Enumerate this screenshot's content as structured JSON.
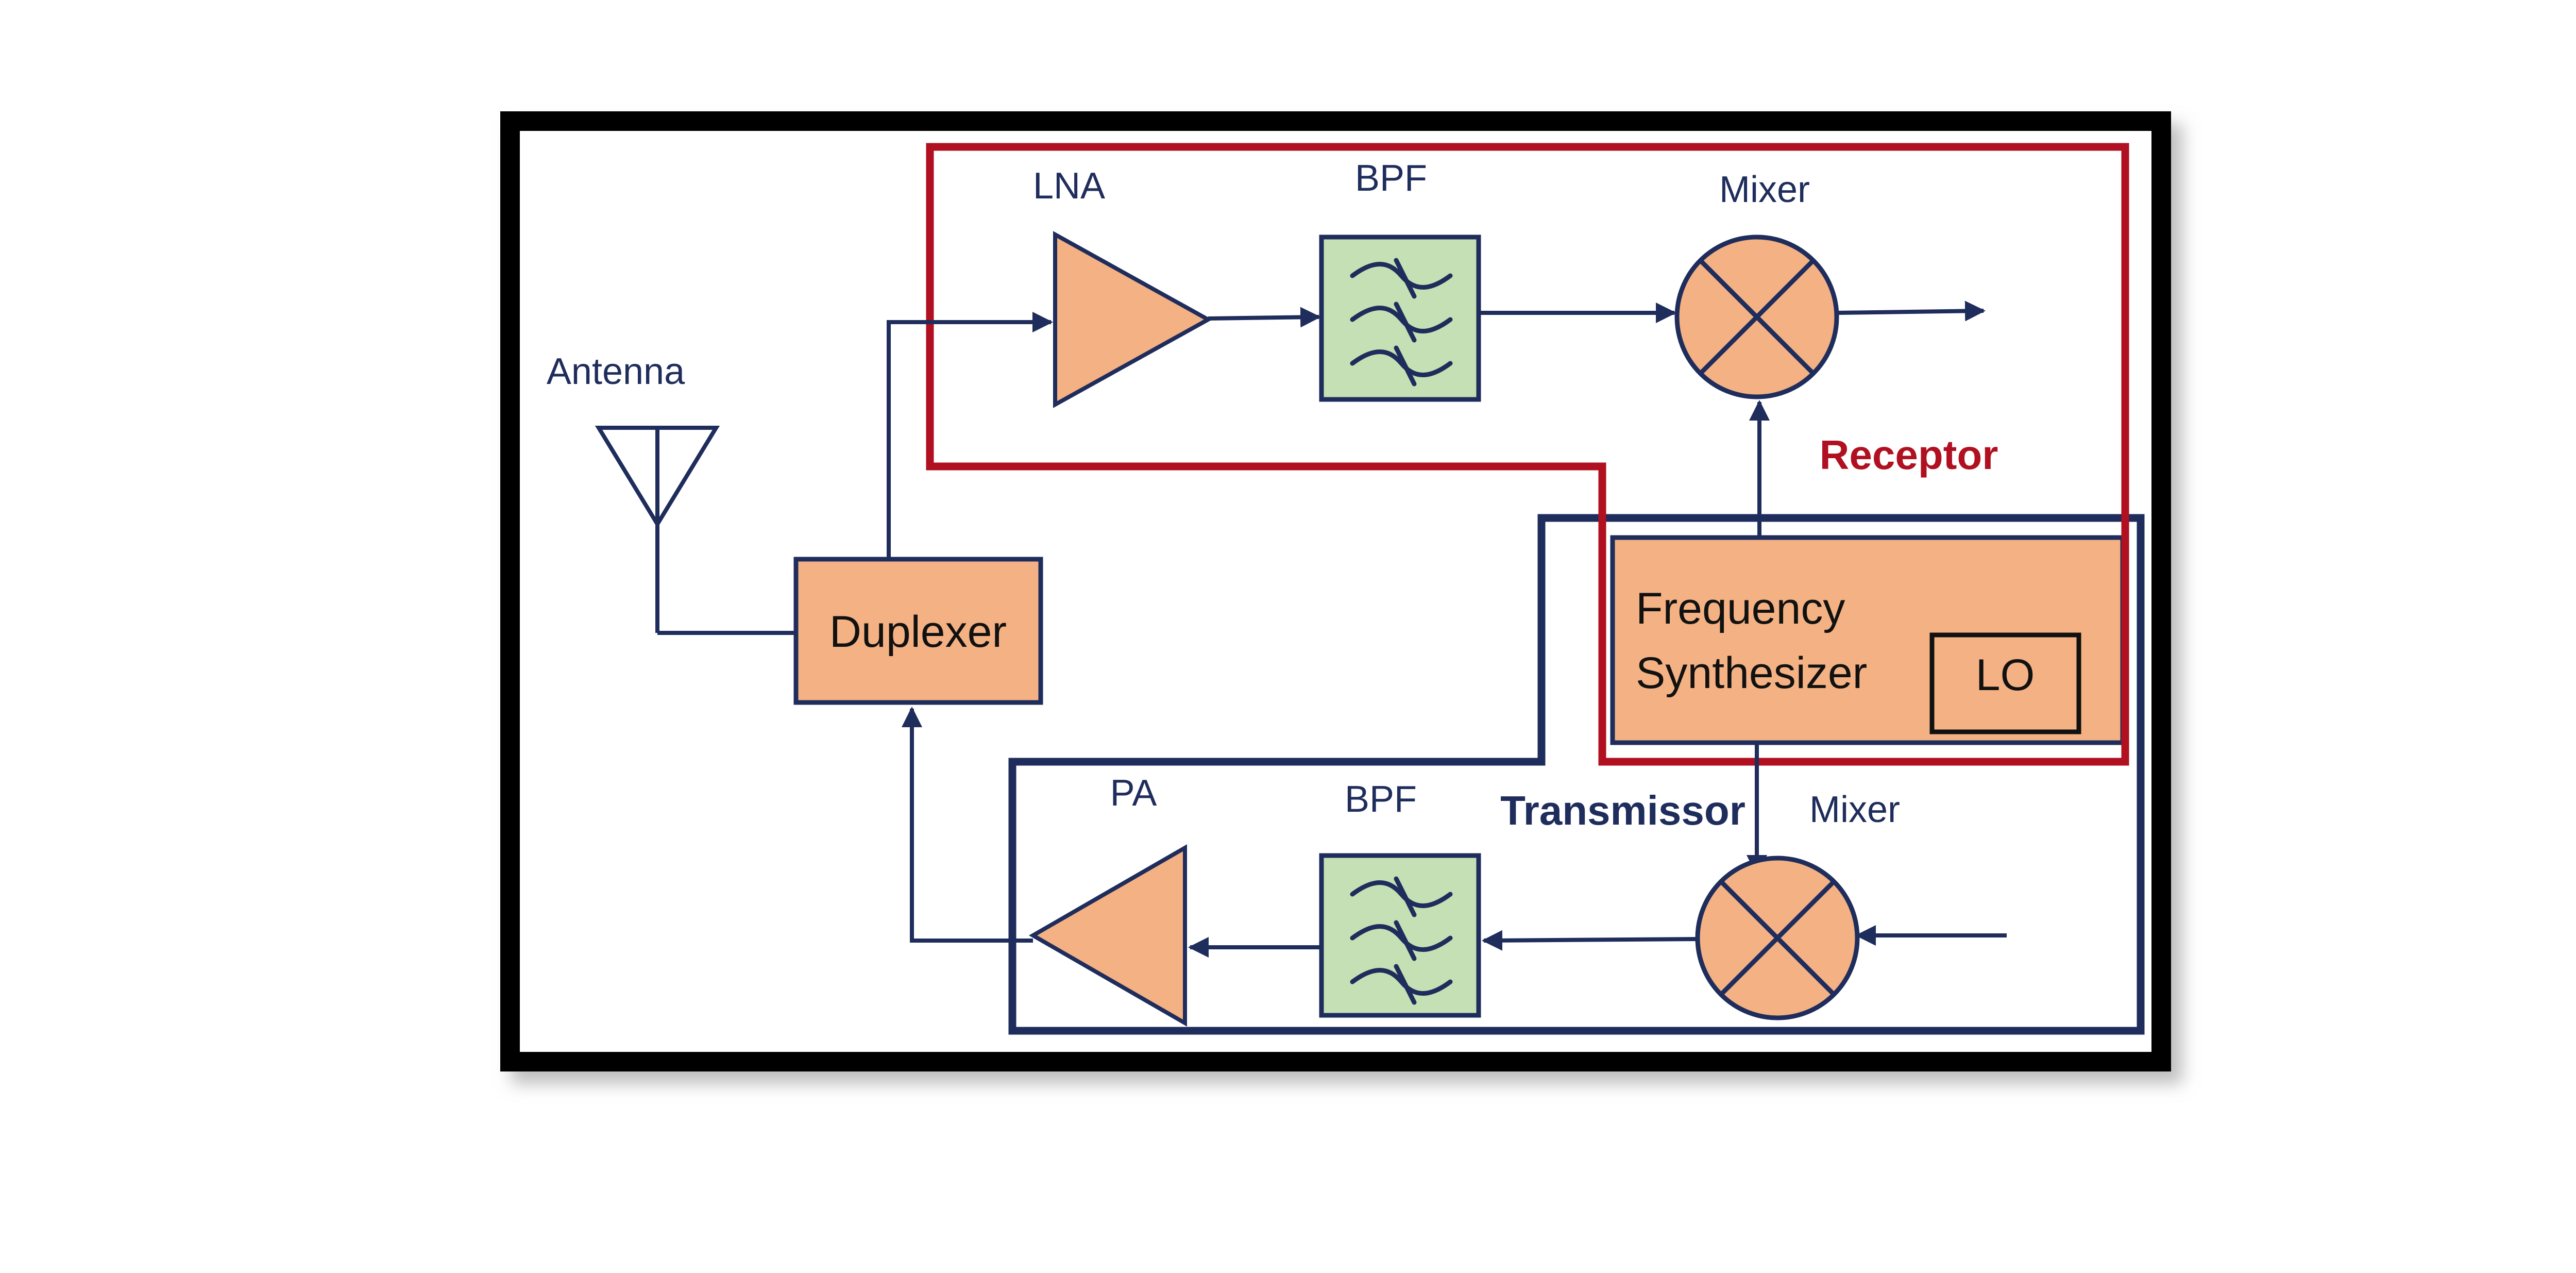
{
  "colors": {
    "frame": "#000000",
    "wire": "#1f2d5c",
    "block_fill": "#f4b183",
    "filter_fill": "#c5e0b4",
    "receptor": "#b01020",
    "transmissor": "#1f2d5c"
  },
  "labels": {
    "antenna": "Antenna",
    "duplexer": "Duplexer",
    "lna": "LNA",
    "bpf_rx": "BPF",
    "mixer_rx": "Mixer",
    "receptor": "Receptor",
    "freq_line1": "Frequency",
    "freq_line2": "Synthesizer",
    "lo": "LO",
    "pa": "PA",
    "bpf_tx": "BPF",
    "transmissor": "Transmissor",
    "mixer_tx": "Mixer"
  },
  "icons": {
    "antenna": "antenna-icon",
    "lna": "amplifier-triangle-icon",
    "pa": "amplifier-triangle-icon",
    "bpf": "bandpass-filter-icon",
    "mixer": "mixer-cross-icon"
  }
}
